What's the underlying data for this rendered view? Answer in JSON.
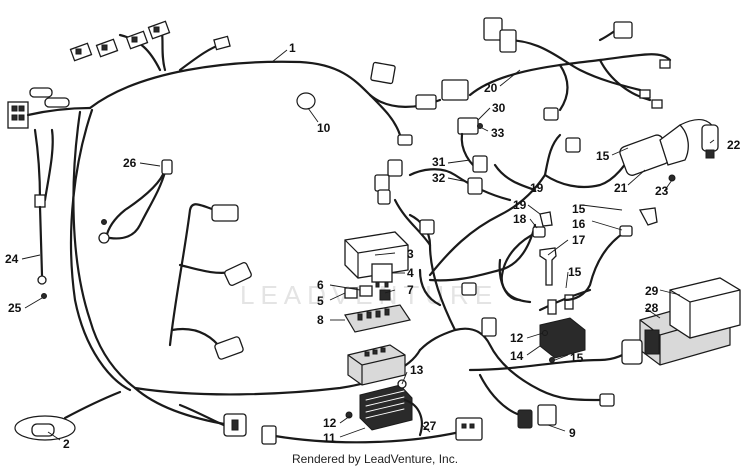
{
  "diagram": {
    "callouts": [
      "1",
      "2",
      "3",
      "4",
      "5",
      "6",
      "7",
      "8",
      "9",
      "10",
      "11",
      "12",
      "12",
      "13",
      "14",
      "15",
      "15",
      "15",
      "15",
      "16",
      "17",
      "18",
      "19",
      "19",
      "20",
      "21",
      "22",
      "23",
      "24",
      "25",
      "26",
      "27",
      "28",
      "29",
      "30",
      "31",
      "32",
      "33"
    ],
    "watermark": "LEADVENTURE"
  },
  "footer": {
    "credit": "Rendered by LeadVenture, Inc."
  }
}
